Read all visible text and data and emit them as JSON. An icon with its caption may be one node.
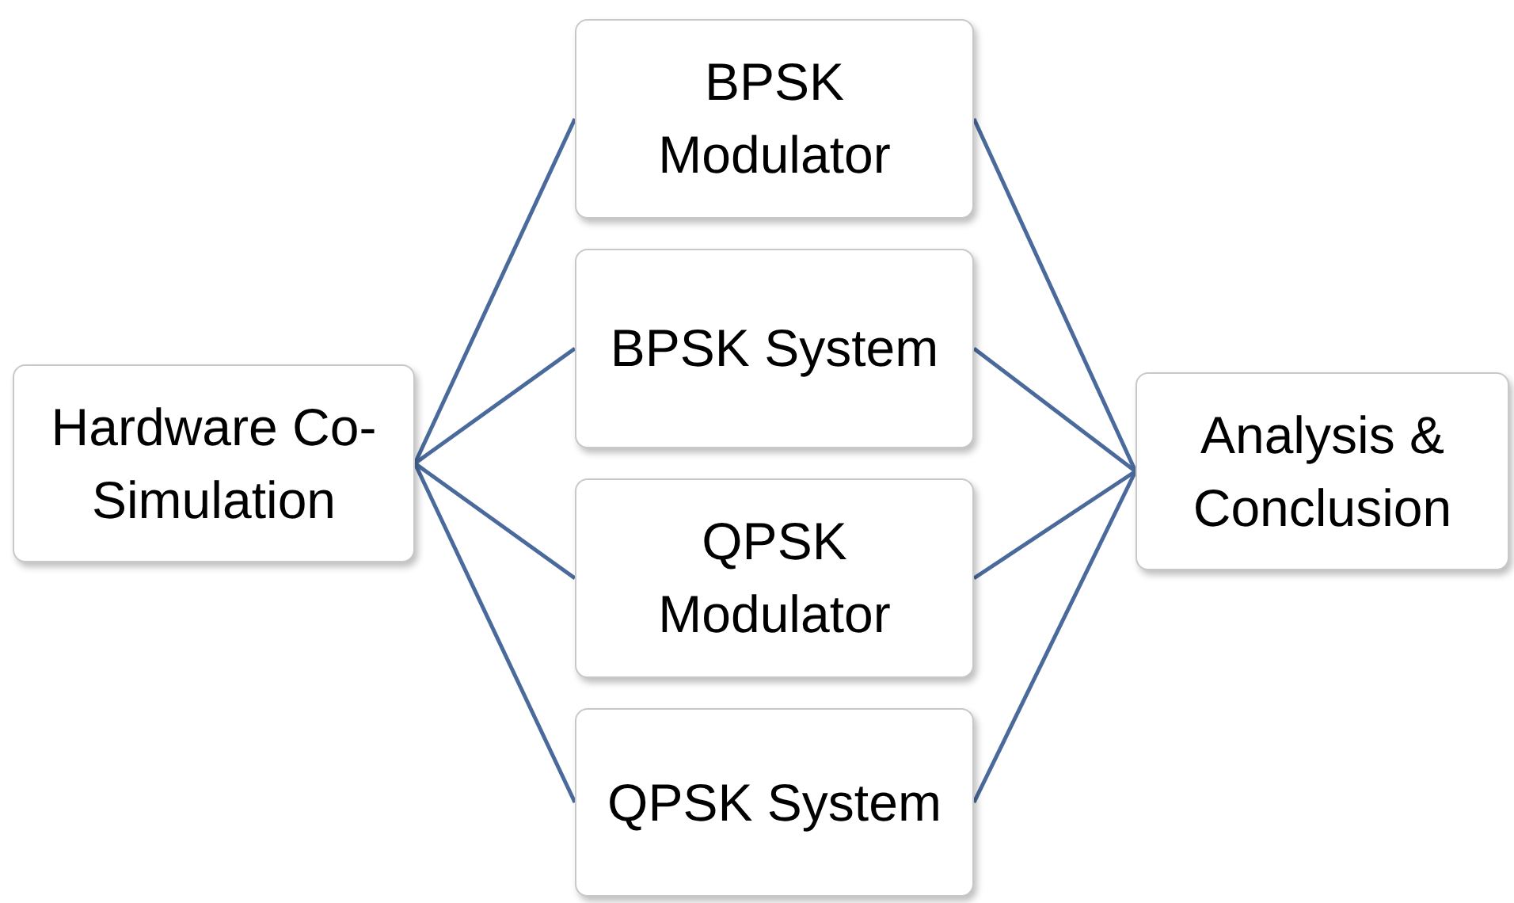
{
  "diagram": {
    "nodes": [
      {
        "text": [
          "Hardware Co-Simulation"
        ]
      },
      {
        "text": [
          "BPSK Modulator"
        ]
      },
      {
        "text": [
          "BPSK System"
        ]
      },
      {
        "text": [
          "QPSK Modulator"
        ]
      },
      {
        "text": [
          "QPSK System"
        ]
      },
      {
        "text": [
          "Analysis & Conclusion"
        ]
      }
    ],
    "edges": [
      {
        "from": 0,
        "to": 1,
        "arrow": "none"
      },
      {
        "from": 0,
        "to": 2,
        "arrow": "none"
      },
      {
        "from": 0,
        "to": 3,
        "arrow": "none"
      },
      {
        "from": 0,
        "to": 4,
        "arrow": "none"
      },
      {
        "from": 1,
        "to": 5,
        "arrow": "none"
      },
      {
        "from": 2,
        "to": 5,
        "arrow": "none"
      },
      {
        "from": 3,
        "to": 5,
        "arrow": "none"
      },
      {
        "from": 4,
        "to": 5,
        "arrow": "none"
      }
    ]
  }
}
